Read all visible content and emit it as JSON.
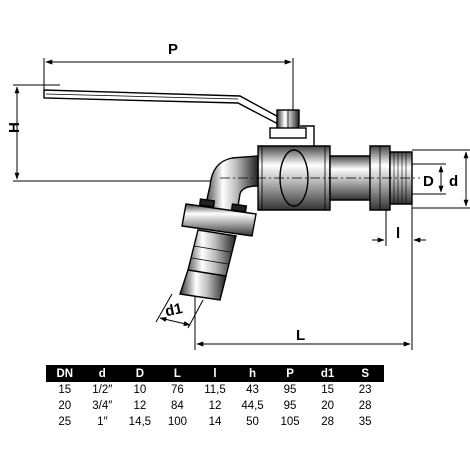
{
  "dimension_labels": {
    "P": "P",
    "H": "H",
    "D": "D",
    "d": "d",
    "l": "l",
    "d1": "d1",
    "L": "L"
  },
  "table": {
    "headers": [
      "DN",
      "d",
      "D",
      "L",
      "l",
      "h",
      "P",
      "d1",
      "S"
    ],
    "rows": [
      [
        "15",
        "1/2″",
        "10",
        "76",
        "11,5",
        "43",
        "95",
        "15",
        "23"
      ],
      [
        "20",
        "3/4″",
        "12",
        "84",
        "12",
        "44,5",
        "95",
        "20",
        "28"
      ],
      [
        "25",
        "1″",
        "14,5",
        "100",
        "14",
        "50",
        "105",
        "28",
        "35"
      ]
    ]
  }
}
